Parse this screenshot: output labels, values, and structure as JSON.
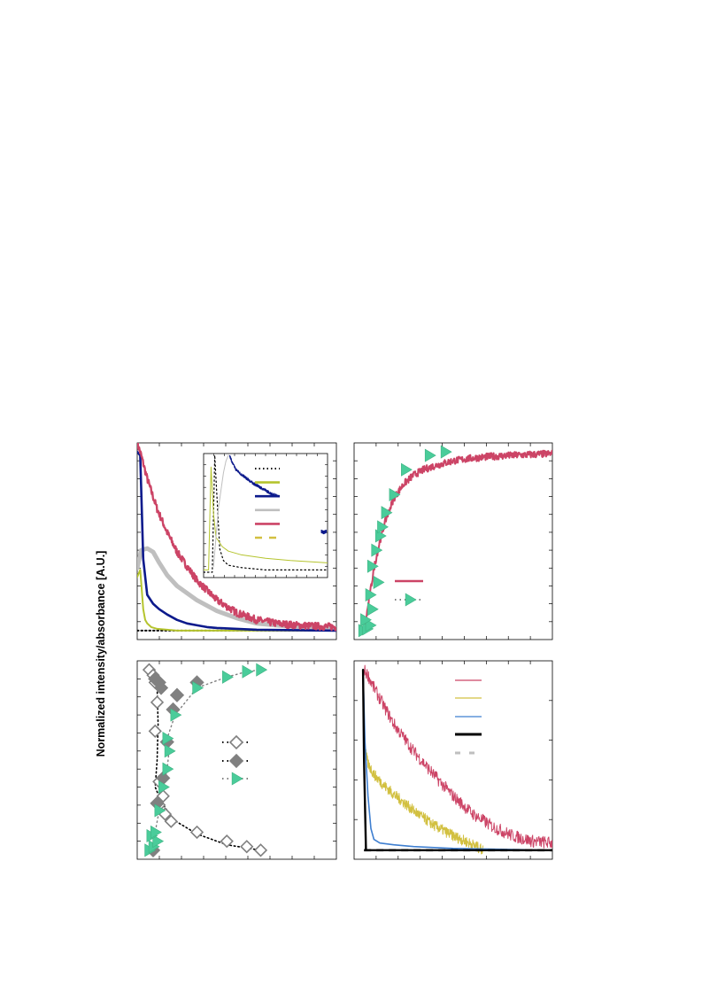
{
  "figure": {
    "ylabel": "Normalized intensity/absorbance [A.U.]"
  },
  "colors": {
    "crimson": "#cc4466",
    "olive": "#b5c42e",
    "navy": "#0c1a8c",
    "grey": "#bfbfbf",
    "teal": "#4acc9a",
    "mustard": "#d2c040",
    "blue": "#3f7fd0",
    "black": "#000000",
    "darkgrey": "#808080"
  },
  "chart_data": [
    {
      "panel": "top-left",
      "type": "line",
      "xlim": [
        0,
        10
      ],
      "ylim": [
        -0.05,
        1.05
      ],
      "grid": false,
      "legend": "inset (entries without visible labels)",
      "series": [
        {
          "key": "dotted",
          "style": "dotted",
          "color": "#000000",
          "x": [
            0,
            0.3,
            1.5,
            3,
            5,
            10
          ],
          "y": [
            0,
            0,
            0,
            0,
            0,
            0
          ]
        },
        {
          "key": "olive",
          "style": "solid",
          "color": "#b5c42e",
          "x": [
            0,
            0.15,
            0.3,
            0.4,
            0.5,
            0.7,
            1,
            2,
            10
          ],
          "y": [
            0.3,
            0.34,
            0.12,
            0.06,
            0.04,
            0.02,
            0.01,
            0.0,
            0.0
          ]
        },
        {
          "key": "navy",
          "style": "solid",
          "color": "#0c1a8c",
          "x": [
            0,
            0.15,
            0.3,
            0.5,
            0.8,
            1.1,
            1.5,
            2,
            2.5,
            3,
            3.5,
            4,
            5,
            6,
            10
          ],
          "y": [
            1.0,
            0.98,
            0.4,
            0.2,
            0.15,
            0.12,
            0.09,
            0.06,
            0.04,
            0.03,
            0.02,
            0.015,
            0.01,
            0.005,
            0.0
          ]
        },
        {
          "key": "grey",
          "style": "thick",
          "color": "#bfbfbf",
          "x": [
            0,
            0.2,
            0.5,
            0.8,
            1.1,
            1.5,
            2,
            3,
            4,
            5,
            6,
            7,
            8,
            10
          ],
          "y": [
            0.35,
            0.45,
            0.46,
            0.44,
            0.38,
            0.31,
            0.25,
            0.17,
            0.11,
            0.07,
            0.04,
            0.03,
            0.02,
            0.01
          ]
        },
        {
          "key": "crimson",
          "style": "noisy",
          "color": "#cc4466",
          "x": [
            0,
            0.2,
            0.5,
            1,
            1.5,
            2,
            2.5,
            3,
            4,
            5,
            6,
            7,
            8,
            10
          ],
          "y": [
            1.05,
            0.98,
            0.85,
            0.68,
            0.55,
            0.44,
            0.36,
            0.28,
            0.17,
            0.1,
            0.06,
            0.04,
            0.03,
            0.02
          ]
        }
      ],
      "inset": {
        "xlim": [
          0,
          10
        ],
        "ylim": [
          0,
          1
        ],
        "series": [
          {
            "key": "dotted",
            "style": "dotted",
            "color": "#000000",
            "x": [
              0,
              0.7,
              0.9,
              1.1,
              1.3,
              1.6,
              2,
              3,
              5,
              10
            ],
            "y": [
              0.0,
              0.0,
              1.0,
              0.6,
              0.2,
              0.1,
              0.06,
              0.04,
              0.02,
              0.02
            ]
          },
          {
            "key": "olive",
            "style": "solid",
            "color": "#b5c42e",
            "x": [
              0,
              0.4,
              0.6,
              0.8,
              1,
              1.5,
              2,
              3,
              5,
              7,
              10
            ],
            "y": [
              0.02,
              0.02,
              0.9,
              0.5,
              0.3,
              0.22,
              0.18,
              0.15,
              0.12,
              0.1,
              0.08
            ]
          },
          {
            "key": "grey",
            "style": "solid",
            "color": "#bfbfbf",
            "x": [
              0.8,
              1.0,
              1.2,
              1.4,
              1.6,
              1.8,
              2.0
            ],
            "y": [
              0.05,
              0.3,
              0.55,
              0.7,
              0.85,
              0.95,
              1.0
            ]
          },
          {
            "key": "navy",
            "style": "noisy",
            "color": "#0c1a8c",
            "x": [
              2.1,
              2.3,
              2.6,
              3,
              3.5,
              4,
              4.5,
              5,
              5.5,
              6
            ],
            "y": [
              1.0,
              0.94,
              0.88,
              0.84,
              0.8,
              0.76,
              0.73,
              0.7,
              0.67,
              0.65
            ]
          },
          {
            "key": "navy-segment",
            "style": "noisy",
            "color": "#0c1a8c",
            "x": [
              9.5,
              9.7,
              9.9
            ],
            "y": [
              0.35,
              0.34,
              0.35
            ]
          }
        ]
      },
      "legend_entries": [
        {
          "style": "dotted",
          "color": "#000000"
        },
        {
          "style": "solid",
          "color": "#b5c42e"
        },
        {
          "style": "solid",
          "color": "#0c1a8c"
        },
        {
          "style": "solid",
          "color": "#bfbfbf"
        },
        {
          "style": "solid",
          "color": "#cc4466"
        },
        {
          "style": "dashed",
          "color": "#d2c040"
        }
      ]
    },
    {
      "panel": "top-right",
      "type": "line",
      "xlim": [
        0,
        10
      ],
      "ylim": [
        -0.05,
        1.05
      ],
      "grid": false,
      "legend": "right-middle (entries without visible labels)",
      "series": [
        {
          "key": "crimson",
          "style": "noisy",
          "color": "#cc4466",
          "x": [
            0.5,
            0.8,
            1,
            1.3,
            1.6,
            2,
            2.5,
            3,
            3.5,
            4,
            5,
            6,
            7,
            8,
            9,
            10
          ],
          "y": [
            0.0,
            0.2,
            0.35,
            0.5,
            0.62,
            0.74,
            0.82,
            0.87,
            0.9,
            0.92,
            0.95,
            0.965,
            0.975,
            0.98,
            0.985,
            0.99
          ]
        },
        {
          "key": "teal",
          "style": "triangles",
          "color": "#4acc9a",
          "x": [
            0.45,
            0.65,
            0.8,
            0.55,
            0.9,
            0.8,
            1.2,
            0.9,
            1.1,
            1.3,
            1.4,
            1.6,
            2.0,
            2.6,
            3.8,
            4.6
          ],
          "y": [
            0.0,
            0.01,
            0.03,
            0.06,
            0.12,
            0.2,
            0.27,
            0.36,
            0.45,
            0.53,
            0.58,
            0.66,
            0.76,
            0.9,
            0.98,
            1.0
          ]
        }
      ],
      "legend_entries": [
        {
          "style": "solid",
          "color": "#cc4466"
        },
        {
          "style": "triangles",
          "color": "#4acc9a"
        }
      ]
    },
    {
      "panel": "bottom-left",
      "type": "scatter",
      "xlim": [
        0,
        10
      ],
      "ylim": [
        -0.05,
        1.05
      ],
      "grid": false,
      "legend": "middle (entries without visible labels)",
      "series": [
        {
          "key": "open-diamond",
          "marker": "diamond-open",
          "color": "#808080",
          "x": [
            0.6,
            0.8,
            0.9,
            1.0,
            0.9,
            1.1,
            1.3,
            1.1,
            1.4,
            1.7,
            3.0,
            4.5,
            5.5,
            6.2
          ],
          "y": [
            1.0,
            0.97,
            0.93,
            0.82,
            0.66,
            0.38,
            0.3,
            0.25,
            0.2,
            0.16,
            0.1,
            0.05,
            0.02,
            0.0
          ]
        },
        {
          "key": "filled-diamond",
          "marker": "diamond-filled",
          "color": "#808080",
          "x": [
            0.8,
            1.0,
            1.3,
            1.5,
            1.8,
            2.0,
            1.2,
            1.1,
            0.9,
            3.0
          ],
          "y": [
            0.0,
            0.26,
            0.4,
            0.6,
            0.78,
            0.86,
            0.9,
            0.93,
            0.95,
            0.93
          ]
        },
        {
          "key": "teal-triangle",
          "marker": "triangle",
          "color": "#4acc9a",
          "x": [
            0.6,
            0.8,
            1.0,
            0.7,
            0.9,
            1.1,
            1.3,
            1.5,
            1.6,
            1.5,
            1.9,
            3.0,
            4.5,
            5.5,
            6.2
          ],
          "y": [
            0.0,
            0.02,
            0.05,
            0.08,
            0.1,
            0.22,
            0.35,
            0.45,
            0.55,
            0.62,
            0.75,
            0.9,
            0.96,
            0.99,
            1.0
          ]
        }
      ],
      "connector": {
        "key": "dotted",
        "color": "#000000",
        "x": [
          0.6,
          1.0,
          1.05,
          1.0,
          0.9,
          1.2,
          1.8,
          3.0,
          4.5,
          6.2
        ],
        "y": [
          1.0,
          0.9,
          0.7,
          0.5,
          0.35,
          0.27,
          0.17,
          0.09,
          0.03,
          0.0
        ]
      },
      "legend_entries": [
        {
          "style": "diamond-open",
          "color": "#808080"
        },
        {
          "style": "diamond-filled",
          "color": "#808080"
        },
        {
          "style": "triangle",
          "color": "#4acc9a"
        }
      ]
    },
    {
      "panel": "bottom-right",
      "type": "line",
      "xlim": [
        0,
        10
      ],
      "ylim": [
        -0.05,
        1.05
      ],
      "grid": false,
      "legend": "top-right (entries without visible labels)",
      "series": [
        {
          "key": "crimson",
          "style": "noisy",
          "color": "#cc4466",
          "x": [
            0.5,
            0.7,
            1,
            1.5,
            2,
            3,
            4,
            5,
            6,
            7,
            8,
            9,
            10
          ],
          "y": [
            1.0,
            0.97,
            0.9,
            0.8,
            0.7,
            0.55,
            0.42,
            0.3,
            0.2,
            0.13,
            0.08,
            0.05,
            0.04
          ]
        },
        {
          "key": "mustard",
          "style": "noisy",
          "color": "#d2c040",
          "x": [
            0.5,
            0.7,
            1,
            1.5,
            2,
            3,
            4,
            5,
            6,
            6.5
          ],
          "y": [
            0.58,
            0.48,
            0.42,
            0.36,
            0.31,
            0.22,
            0.14,
            0.08,
            0.03,
            0.0
          ]
        },
        {
          "key": "blue",
          "style": "solid",
          "color": "#3f7fd0",
          "x": [
            0.45,
            0.55,
            0.7,
            0.85,
            1,
            1.3,
            2,
            3,
            5,
            10
          ],
          "y": [
            1.0,
            0.6,
            0.3,
            0.12,
            0.06,
            0.04,
            0.03,
            0.02,
            0.01,
            0.0
          ]
        },
        {
          "key": "black",
          "style": "solid",
          "color": "#000000",
          "x": [
            0.45,
            0.5,
            0.6,
            1,
            10
          ],
          "y": [
            1.0,
            0.5,
            0.0,
            0.0,
            0.0
          ]
        },
        {
          "key": "dashed",
          "style": "dashed",
          "color": "#bfbfbf",
          "x": [
            0.5,
            10
          ],
          "y": [
            0.0,
            0.0
          ]
        }
      ],
      "legend_entries": [
        {
          "style": "solid",
          "color": "#cc4466"
        },
        {
          "style": "solid",
          "color": "#d2c040"
        },
        {
          "style": "solid",
          "color": "#3f7fd0"
        },
        {
          "style": "solid",
          "color": "#000000"
        },
        {
          "style": "dashed",
          "color": "#bfbfbf"
        }
      ]
    }
  ]
}
